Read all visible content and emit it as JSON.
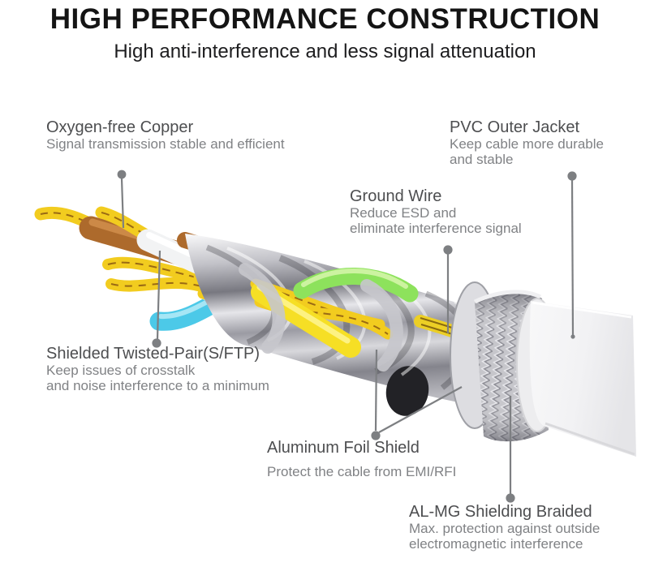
{
  "title": "HIGH PERFORMANCE CONSTRUCTION",
  "subtitle": "High anti-interference and less signal attenuation",
  "callouts": [
    {
      "id": "oxygen-free-copper",
      "heading": "Oxygen-free Copper",
      "lines": [
        "Signal transmission stable and efficient"
      ]
    },
    {
      "id": "pvc-outer-jacket",
      "heading": "PVC Outer Jacket",
      "lines": [
        "Keep cable more durable",
        "and stable"
      ]
    },
    {
      "id": "ground-wire",
      "heading": "Ground Wire",
      "lines": [
        "Reduce ESD and",
        "eliminate interference signal"
      ]
    },
    {
      "id": "shielded-twisted-pair",
      "heading": "Shielded Twisted-Pair(S/FTP)",
      "lines": [
        "Keep issues of crosstalk",
        "and noise interference to a minimum"
      ]
    },
    {
      "id": "aluminum-foil-shield",
      "heading": "Aluminum Foil Shield",
      "lines": [
        "Protect the cable from EMI/RFI"
      ]
    },
    {
      "id": "al-mg-shielding-braided",
      "heading": "AL-MG Shielding Braided",
      "lines": [
        "Max. protection against outside",
        "electromagnetic interference"
      ]
    }
  ],
  "palette": {
    "copper": "#ad6a2c",
    "wire_yellow": "#f2cc1f",
    "wire_cyan": "#4cc9e8",
    "ground_green": "#8de25c",
    "foil_silver": "#b9b9bf",
    "jacket_white": "#f2f2f4",
    "callout_gray": "#7d7f82",
    "heading_gray": "#4d4e50",
    "body_gray": "#808285",
    "title_black": "#141414"
  }
}
